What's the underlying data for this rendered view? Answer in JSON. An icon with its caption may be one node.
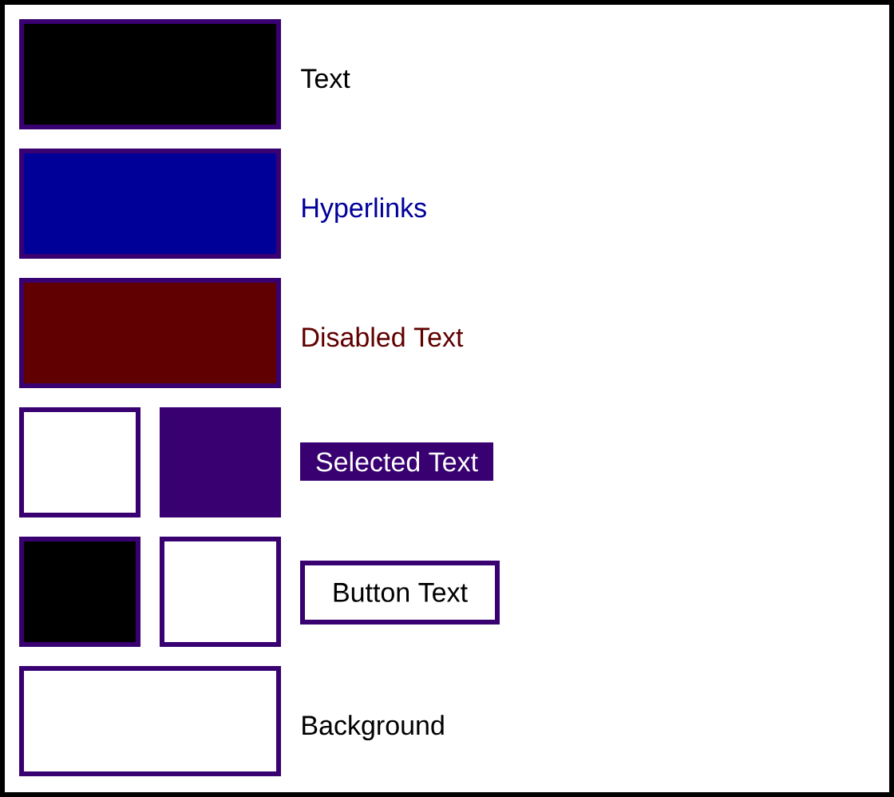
{
  "diagram": {
    "nodes": [
      {
        "text": [],
        "shape": "box"
      },
      {
        "text": [],
        "shape": "box"
      },
      {
        "text": [
          "Selected Text"
        ]
      },
      {
        "text": [],
        "shape": "box"
      },
      {
        "text": [],
        "shape": "box"
      },
      {
        "text": [
          "Button Text"
        ]
      }
    ],
    "legend": [
      {
        "text": "Text",
        "color": "#000000"
      },
      {
        "text": "Hyperlinks",
        "color": "#000099"
      },
      {
        "text": "Disabled Text",
        "color": "#600000"
      },
      {
        "text": "Background"
      }
    ]
  }
}
